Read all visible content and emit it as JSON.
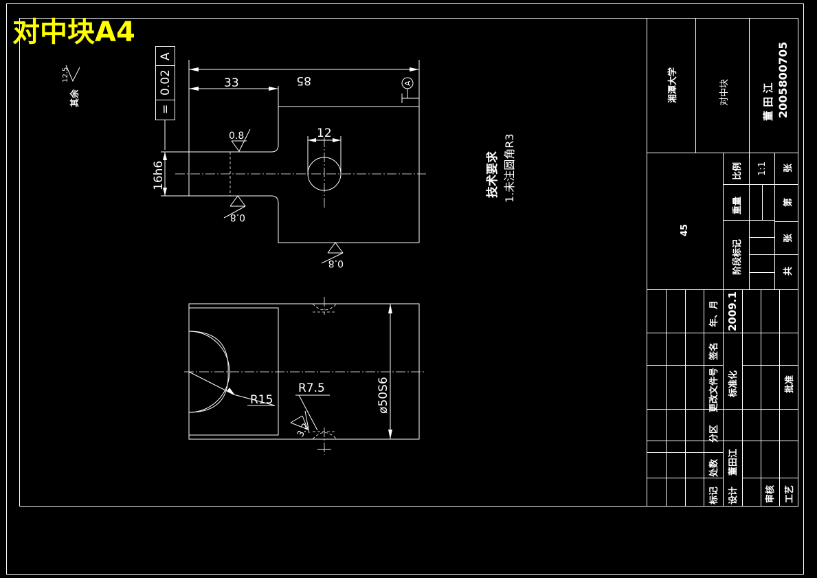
{
  "title": "对中块A4",
  "tech_requirements": {
    "heading": "技术要求",
    "item1": "1.未注圆角R3"
  },
  "dimensions": {
    "d85": "85",
    "d33": "33",
    "d12": "12",
    "fit16": "16h6",
    "r15": "R15",
    "r75": "R7.5",
    "dia50": "ø50S6"
  },
  "tolerance_frame": {
    "symbol": "=",
    "value": "0.02",
    "datum": "A"
  },
  "datum_label": "A",
  "roughness": {
    "others_label": "其余",
    "others_value": "12.5",
    "r08": "0.8",
    "r32": "3.2"
  },
  "title_block": {
    "school": "湘潭大学",
    "part_name": "对中块",
    "designer_name": "董 田 江",
    "student_id": "2005800705",
    "material": "45",
    "scale_label": "比例",
    "scale_value": "1:1",
    "weight_label": "重量",
    "stage_label": "阶段标记",
    "sheet_label": "张",
    "sheet_of_label": "第",
    "total_label": "共",
    "total_sheet_label": "张",
    "date_value": "2009.1",
    "year_month_label": "年、月",
    "signature_label": "签名",
    "change_doc_label": "更改文件号",
    "zone_label": "分区",
    "count_label": "处数",
    "mark_label": "标记",
    "standardize_label": "标准化",
    "approve_label": "批准",
    "design_label": "设计",
    "designer_short": "董田江",
    "review_label": "审核",
    "process_label": "工艺"
  }
}
